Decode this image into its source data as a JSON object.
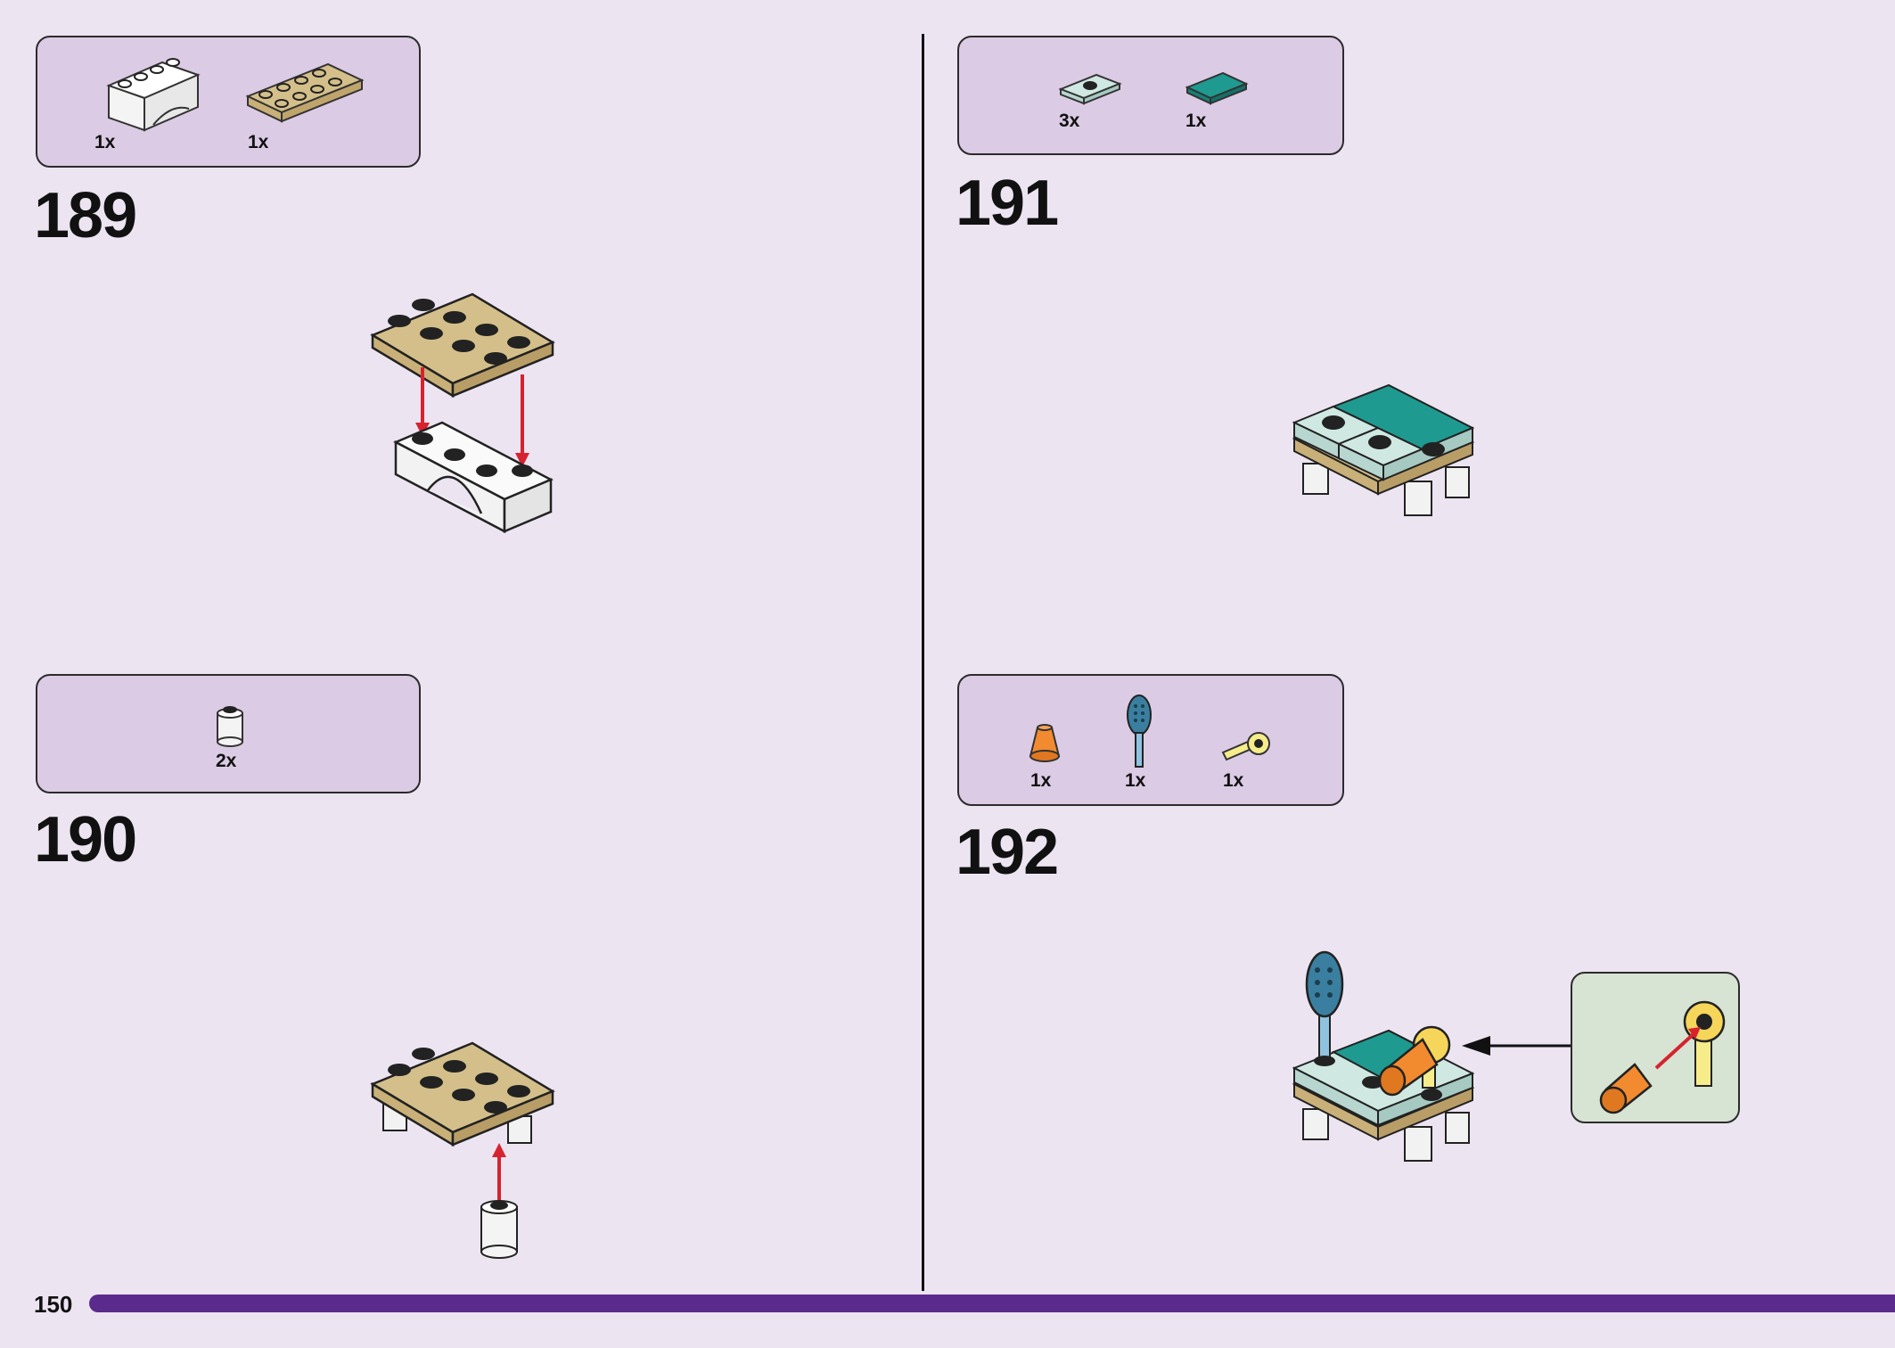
{
  "page": {
    "number": "150",
    "progress": 1.0
  },
  "steps": [
    {
      "number": "189",
      "parts": [
        {
          "icon": "white-arch-brick-icon",
          "qty": "1x"
        },
        {
          "icon": "tan-plate-2x4-icon",
          "qty": "1x"
        }
      ]
    },
    {
      "number": "190",
      "parts": [
        {
          "icon": "white-round-brick-icon",
          "qty": "2x"
        }
      ]
    },
    {
      "number": "191",
      "parts": [
        {
          "icon": "mint-jumper-plate-icon",
          "qty": "3x"
        },
        {
          "icon": "teal-tile-icon",
          "qty": "1x"
        }
      ]
    },
    {
      "number": "192",
      "parts": [
        {
          "icon": "orange-cone-icon",
          "qty": "1x"
        },
        {
          "icon": "hairbrush-icon",
          "qty": "1x"
        },
        {
          "icon": "yellow-clip-icon",
          "qty": "1x"
        }
      ]
    }
  ],
  "colors": {
    "background": "#ede4f2",
    "parts_box": "#dccbe4",
    "progress_bar": "#5a2a8c",
    "tan": "#d4bf8a",
    "mint": "#cfe8e2",
    "teal": "#1e9a90",
    "arrow": "#d6232f"
  }
}
